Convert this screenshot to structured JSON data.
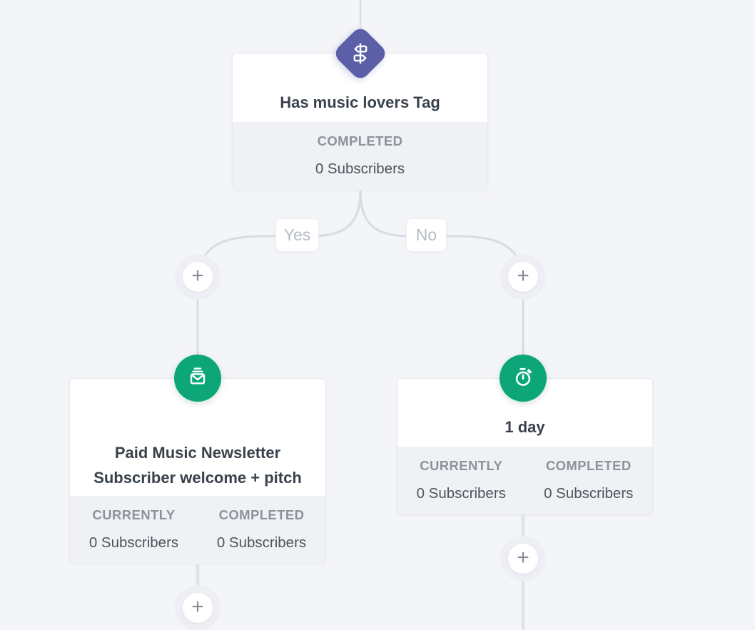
{
  "canvas_type": "visual-automation-funnel",
  "colors": {
    "background": "#f4f5f8",
    "card_background": "#ffffff",
    "card_border": "#e7e9ef",
    "card_footer_background": "#eff1f5",
    "title_text": "#39414b",
    "stat_label_text": "#8d939c",
    "stat_value_text": "#4d545c",
    "branch_label_text": "#b6bbc3",
    "connector_line": "#d9dde3",
    "condition_accent": "#5a5fa8",
    "action_accent": "#0ca678",
    "plus_sign": "#868c95"
  },
  "nodes": {
    "condition": {
      "icon": "split-condition-icon",
      "title": "Has music lovers Tag",
      "stats": [
        {
          "label": "COMPLETED",
          "value": "0 Subscribers"
        }
      ]
    },
    "email": {
      "icon": "newsletter-email-icon",
      "title": "Paid Music Newsletter Subscriber welcome + pitch",
      "stats": [
        {
          "label": "CURRENTLY",
          "value": "0 Subscribers"
        },
        {
          "label": "COMPLETED",
          "value": "0 Subscribers"
        }
      ]
    },
    "delay": {
      "icon": "stopwatch-icon",
      "title": "1 day",
      "stats": [
        {
          "label": "CURRENTLY",
          "value": "0 Subscribers"
        },
        {
          "label": "COMPLETED",
          "value": "0 Subscribers"
        }
      ]
    }
  },
  "branches": {
    "yes_label": "Yes",
    "no_label": "No"
  },
  "buttons": {
    "add_step_label": "+"
  }
}
